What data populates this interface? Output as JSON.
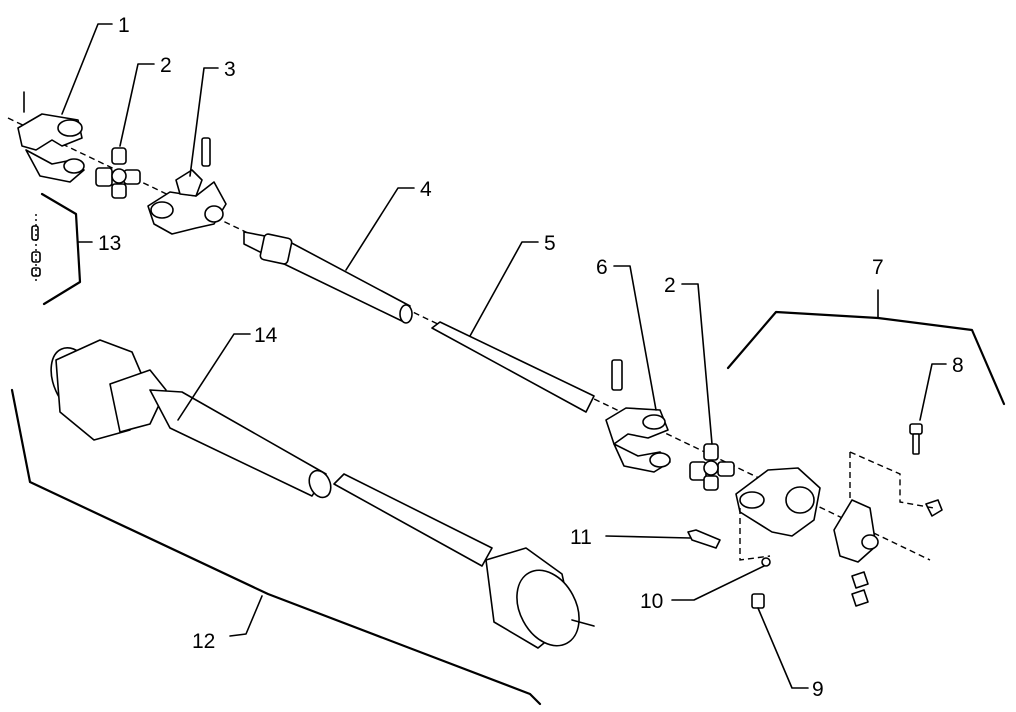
{
  "callouts": [
    {
      "id": "c1",
      "label": "1"
    },
    {
      "id": "c2a",
      "label": "2"
    },
    {
      "id": "c3",
      "label": "3"
    },
    {
      "id": "c4",
      "label": "4"
    },
    {
      "id": "c5",
      "label": "5"
    },
    {
      "id": "c6",
      "label": "6"
    },
    {
      "id": "c2b",
      "label": "2"
    },
    {
      "id": "c7",
      "label": "7"
    },
    {
      "id": "c8",
      "label": "8"
    },
    {
      "id": "c11",
      "label": "11"
    },
    {
      "id": "c10",
      "label": "10"
    },
    {
      "id": "c9",
      "label": "9"
    },
    {
      "id": "c13",
      "label": "13"
    },
    {
      "id": "c14",
      "label": "14"
    },
    {
      "id": "c12",
      "label": "12"
    }
  ]
}
